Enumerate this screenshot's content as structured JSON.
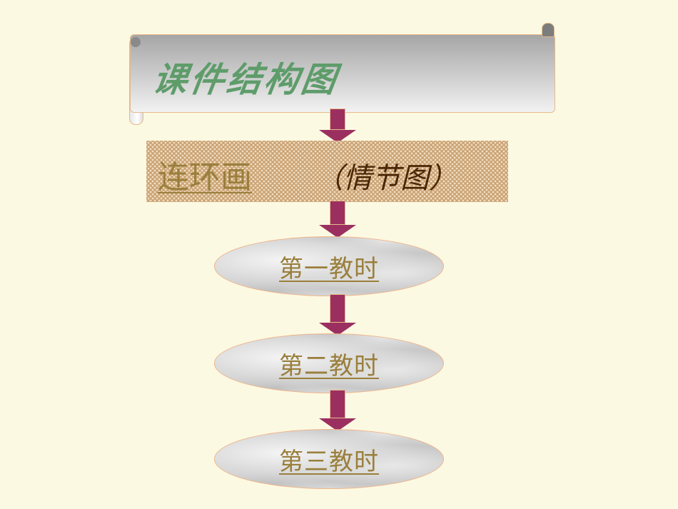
{
  "title": "课件结构图",
  "banner": {
    "main": "连环画",
    "sub": "（情节图）"
  },
  "sessions": [
    {
      "label": "第一教时"
    },
    {
      "label": "第二教时"
    },
    {
      "label": "第三教时"
    }
  ],
  "colors": {
    "background": "#fcf9e2",
    "arrow": "#9b3060",
    "title": "#5e9c6a",
    "link": "#9a7f3c",
    "sub": "#4a2606"
  }
}
